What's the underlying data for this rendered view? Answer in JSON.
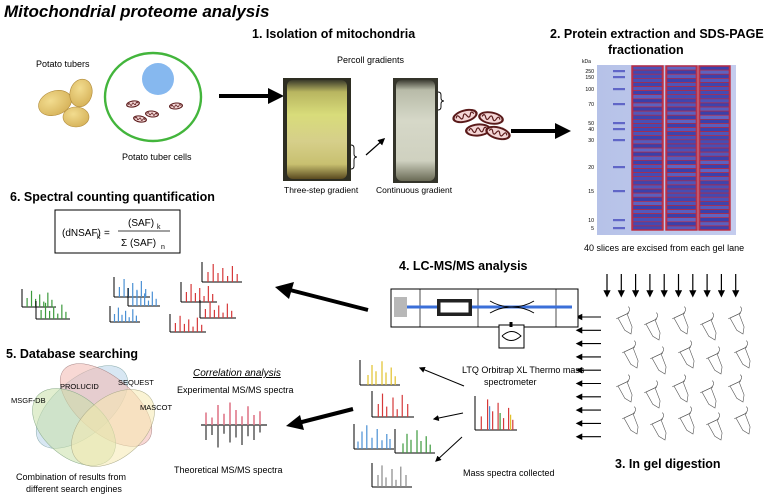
{
  "title": "Mitochondrial proteome analysis",
  "steps": {
    "s1": "1. Isolation of mitochondria",
    "s2_line1": "2. Protein extraction and SDS-PAGE",
    "s2_line2": "fractionation",
    "s3": "3. In gel digestion",
    "s4": "4. LC-MS/MS analysis",
    "s5": "5. Database searching",
    "s6": "6. Spectral counting quantification"
  },
  "labels": {
    "potato_tubers": "Potato tubers",
    "potato_cells": "Potato tuber cells",
    "percoll": "Percoll gradients",
    "three_step": "Three-step gradient",
    "continuous": "Continuous gradient",
    "slices": "40 slices are excised from each gel lane",
    "ltq_line1": "LTQ Orbitrap XL Thermo mass",
    "ltq_line2": "spectrometer",
    "mass_spectra": "Mass spectra collected",
    "correlation": "Correlation analysis",
    "experimental": "Experimental MS/MS spectra",
    "theoretical": "Theoretical MS/MS spectra",
    "combination_line1": "Combination of results from",
    "combination_line2": "different search engines",
    "kda": "kDa"
  },
  "venn": {
    "prolucid": "PROLUCID",
    "sequest": "SEQUEST",
    "msgf": "MSGF-DB",
    "mascot": "MASCOT"
  },
  "formula": {
    "lhs": "(dNSAF)",
    "lhs_sub": "k",
    "eq": "=",
    "num": "(SAF)",
    "num_sub": "k",
    "den": "Σ (SAF)",
    "den_sub": "n"
  },
  "gel_markers": [
    "250",
    "150",
    "100",
    "70",
    "50",
    "40",
    "30",
    "20",
    "15",
    "10",
    "5"
  ],
  "colors": {
    "venn_blue": "#b8d4ea",
    "venn_red": "#f2b8b0",
    "venn_yellow": "#f5eab0",
    "venn_green": "#c8e0a8",
    "gel_band": "#3a3fb8",
    "gel_box": "#c0283a",
    "cell_ring": "#43b53c",
    "nucleus": "#86b8ef"
  }
}
